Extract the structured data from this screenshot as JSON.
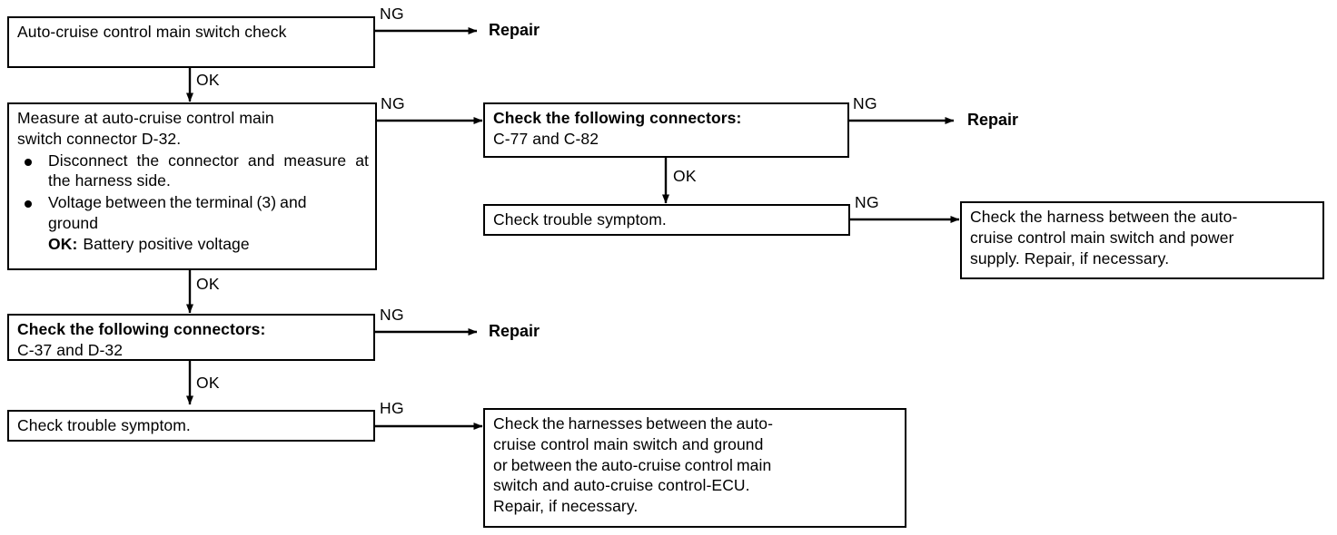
{
  "diagram": {
    "title": "Auto-cruise control main switch check flowchart",
    "boxes": {
      "main_switch_check": {
        "text": "Auto-cruise control main switch check"
      },
      "measure": {
        "line1": "Measure at auto-cruise control main",
        "line2": "switch connector D-32.",
        "bullet1": "Disconnect the connector and measure at the harness side.",
        "bullet2_line1": "Voltage between the terminal (3) and",
        "bullet2_line2": "ground",
        "ok_label": "OK:",
        "ok_value": "Battery positive voltage"
      },
      "connectors_top": {
        "heading": "Check the following connectors:",
        "list": "C-77 and C-82"
      },
      "trouble_symptom_top": {
        "text": "Check trouble symptom."
      },
      "harness_power_supply": {
        "line1": "Check the harness between the auto-",
        "line2": "cruise control main switch and power",
        "line3": "supply. Repair, if necessary."
      },
      "connectors_bottom": {
        "heading": "Check the following connectors:",
        "list": "C-37 and D-32"
      },
      "trouble_symptom_bottom": {
        "text": "Check trouble symptom."
      },
      "harness_ground_ecu": {
        "line1": "Check the harnesses between the auto-",
        "line2": "cruise control main switch and ground",
        "line3": "or between the auto-cruise control main",
        "line4": "switch and auto-cruise control-ECU.",
        "line5": "Repair, if necessary."
      }
    },
    "terminals": {
      "repair_1": "Repair",
      "repair_2": "Repair",
      "repair_3": "Repair"
    },
    "edge_labels": {
      "ng_1": "NG",
      "ok_1": "OK",
      "ng_2": "NG",
      "ng_3": "NG",
      "ok_2": "OK",
      "ng_4": "NG",
      "ok_3": "OK",
      "ng_5": "NG",
      "ok_4": "OK",
      "hg_1": "HG"
    },
    "colors": {
      "ink": "#000000",
      "paper": "#ffffff"
    }
  }
}
